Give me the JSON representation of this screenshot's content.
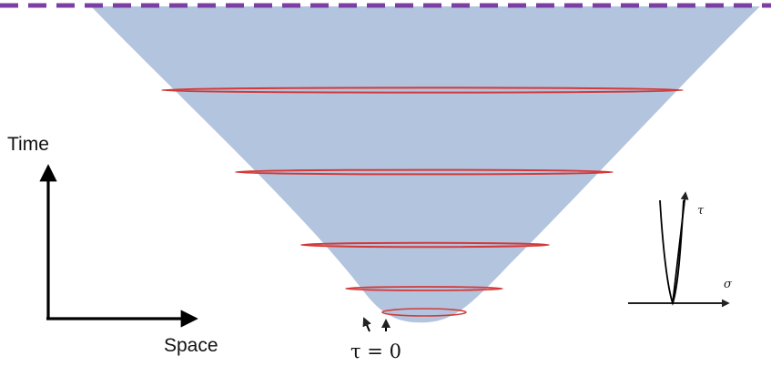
{
  "labels": {
    "time": "Time",
    "space": "Space",
    "tau_zero": "τ = 0",
    "inset_tau": "τ",
    "inset_sigma": "σ"
  },
  "colors": {
    "cone_fill": "#b3c4de",
    "slice_stroke": "#d23a3a",
    "horizon_dash": "#7b3fa3",
    "axis": "#000000"
  }
}
